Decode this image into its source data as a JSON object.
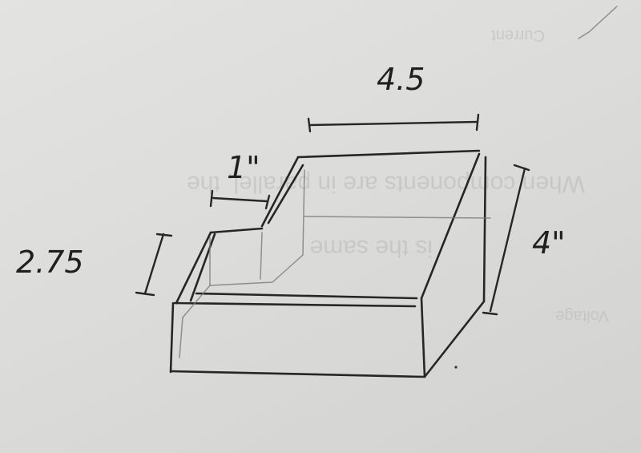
{
  "dimensions": {
    "width_top": "4.5",
    "step_width": "1\"",
    "step_height": "2.75",
    "total_height": "4\""
  },
  "show_through_text": {
    "line_1": "Current",
    "line_2": "When components are in parallel, the",
    "line_3": "is the same",
    "line_4": "Voltage"
  },
  "colors": {
    "paper": "#dcdcda",
    "pencil": "#262626"
  }
}
